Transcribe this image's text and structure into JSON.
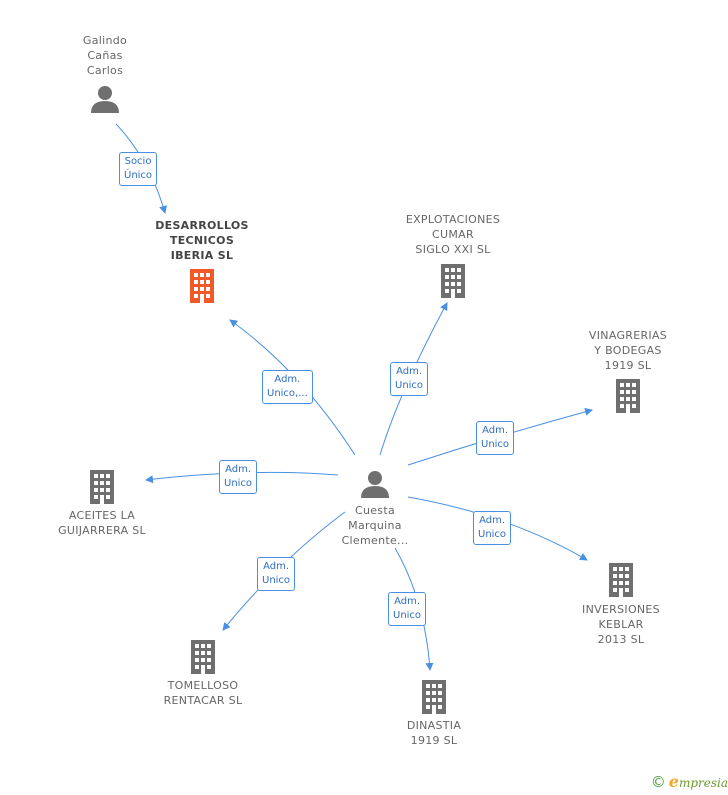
{
  "colors": {
    "edge": "#4a90e2",
    "building": "#6f6f6f",
    "building_focus": "#f05a28",
    "person": "#6f6f6f"
  },
  "nodes": {
    "galindo": {
      "lines": [
        "Galindo",
        "Cañas",
        "Carlos"
      ],
      "icon": "person-icon"
    },
    "desarrollos": {
      "lines": [
        "DESARROLLOS",
        "TECNICOS",
        "IBERIA SL"
      ],
      "icon": "building-icon"
    },
    "explotaciones": {
      "lines": [
        "EXPLOTACIONES",
        "CUMAR",
        "SIGLO XXI SL"
      ],
      "icon": "building-icon"
    },
    "vinagrerias": {
      "lines": [
        "VINAGRERIAS",
        "Y BODEGAS",
        "1919 SL"
      ],
      "icon": "building-icon"
    },
    "aceites": {
      "lines": [
        "ACEITES LA",
        "GUIJARRERA SL"
      ],
      "icon": "building-icon"
    },
    "cuesta": {
      "lines": [
        "Cuesta",
        "Marquina",
        "Clemente..."
      ],
      "icon": "person-icon"
    },
    "inversiones": {
      "lines": [
        "INVERSIONES",
        "KEBLAR",
        "2013 SL"
      ],
      "icon": "building-icon"
    },
    "tomelloso": {
      "lines": [
        "TOMELLOSO",
        "RENTACAR SL"
      ],
      "icon": "building-icon"
    },
    "dinastia": {
      "lines": [
        "DINASTIA",
        "1919 SL"
      ],
      "icon": "building-icon"
    }
  },
  "edges": [
    {
      "id": "e-galindo-desarrollos",
      "lines": [
        "Socio",
        "Único"
      ]
    },
    {
      "id": "e-cuesta-desarrollos",
      "lines": [
        "Adm.",
        "Unico,..."
      ]
    },
    {
      "id": "e-cuesta-explotaciones",
      "lines": [
        "Adm.",
        "Unico"
      ]
    },
    {
      "id": "e-cuesta-vinagrerias",
      "lines": [
        "Adm.",
        "Unico"
      ]
    },
    {
      "id": "e-cuesta-aceites",
      "lines": [
        "Adm.",
        "Unico"
      ]
    },
    {
      "id": "e-cuesta-inversiones",
      "lines": [
        "Adm.",
        "Unico"
      ]
    },
    {
      "id": "e-cuesta-tomelloso",
      "lines": [
        "Adm.",
        "Unico"
      ]
    },
    {
      "id": "e-cuesta-dinastia",
      "lines": [
        "Adm.",
        "Unico"
      ]
    }
  ],
  "footer": {
    "copyright": "©",
    "brand_initial": "e",
    "brand_rest": "mpresia"
  }
}
